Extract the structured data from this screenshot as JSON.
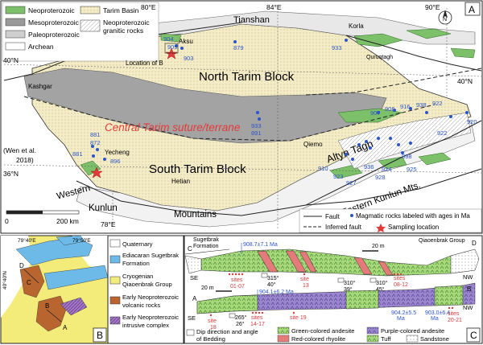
{
  "panelA": {
    "letter": "A",
    "legend": {
      "neoproterozoic": "Neoproterozoic",
      "mesoproterozoic": "Mesoproterozoic",
      "paleoproterozoic": "Paleoproterozoic",
      "archean": "Archean",
      "tarim_basin": "Tarim Basin",
      "neoproterozoic_granitic": "Neoproterozoic",
      "neoproterozoic_granitic_2": "granitic rocks",
      "fault": "Fault",
      "inferred_fault": "Inferred fault",
      "magmatic": "Magmatic rocks labeled with ages in Ma",
      "sampling": "Sampling location"
    },
    "lon_80": "80°E",
    "lon_84": "84°E",
    "lon_90": "90°E",
    "lon_78": "78°E",
    "lat_40_left": "40°N",
    "lat_40_right": "40°N",
    "lat_36": "36°N",
    "places": {
      "tianshan": "Tianshan",
      "korla": "Korla",
      "aksu": "Aksu",
      "kashgar": "Kashgar",
      "quruqtagh": "Quruqtagh",
      "north_tarim": "North Tarim Block",
      "south_tarim": "South Tarim Block",
      "suture1": "Central Tarim suture/terrane",
      "altyn": "Altyn   Tagh",
      "qiemo": "Qiemo",
      "yecheng": "Yecheng",
      "hetian": "Hetian",
      "western_kunlun_1": "Western",
      "western_kunlun_2": "Kunlun",
      "mountains": "Mountains",
      "eastern_kunlun": "Eastern Kunlun Mts.",
      "location_b": "Location of B",
      "wen_ref_1": "(Wen et al.",
      "wen_ref_2": "2018)"
    },
    "ages": [
      "909",
      "904",
      "903",
      "879",
      "933",
      "933",
      "891",
      "907",
      "906",
      "916",
      "938",
      "922",
      "922",
      "920",
      "881",
      "872",
      "881",
      "896",
      "910",
      "923",
      "927",
      "936",
      "924",
      "928",
      "925",
      "898"
    ],
    "scalebar": {
      "zero": "0",
      "end": "200 km"
    },
    "north": "N"
  },
  "panelB": {
    "letter": "B",
    "lon_left": "79°40'E",
    "lon_right": "79°50'E",
    "lat_label": "40°40'N",
    "points": [
      "A",
      "B",
      "C",
      "D"
    ],
    "legend": [
      {
        "label1": "Quaternary",
        "label2": ""
      },
      {
        "label1": "Ediacaran Sugetbrak",
        "label2": "Formation"
      },
      {
        "label1": "Cryogenian",
        "label2": "Qiaoenbrak Group"
      },
      {
        "label1": "Early Neoproterozoic",
        "label2": "volcanic rocks"
      },
      {
        "label1": "Early Neoproterozoic",
        "label2": "intrusive complex"
      }
    ]
  },
  "panelC": {
    "letter": "C",
    "sugetbrak1": "Sugetbrak",
    "sugetbrak2": "Formation",
    "qiaoenbrak": "Qiaoenbrak Group",
    "C": "C",
    "D": "D",
    "A": "A",
    "B": "B",
    "se1": "SE",
    "nw1": "NW",
    "se2": "SE",
    "nw2": "NW",
    "age_top": "908.7±7.1 Ma",
    "age_mid": "904.1±6.2 Ma",
    "age_r1a": "904.2±5.5",
    "age_r1b": "Ma",
    "age_r2a": "903.0±6.4",
    "age_r2b": "Ma",
    "scale_top": "20 m",
    "scale_bot": "20 m",
    "dip_top": [
      {
        "a": "315°",
        "b": "40°"
      },
      {
        "a": "310°",
        "b": "39°"
      },
      {
        "a": "310°",
        "b": "45°"
      }
    ],
    "dip_bot": [
      {
        "a": "265°",
        "b": "26°"
      }
    ],
    "sites_top": [
      {
        "l1": "sites",
        "l2": "01-07"
      },
      {
        "l1": "site",
        "l2": "13"
      },
      {
        "l1": "sites",
        "l2": "08-12"
      }
    ],
    "sites_bot": [
      {
        "l1": "site",
        "l2": "18"
      },
      {
        "l1": "sites",
        "l2": "14-17"
      },
      {
        "l1": "site 19",
        "l2": ""
      },
      {
        "l1": "sites",
        "l2": "20-21"
      }
    ],
    "legend": {
      "dip1": "Dip direction and angle",
      "dip2": "of Bedding",
      "green": "Green-colored andesite",
      "red": "Red-colored rhyolite",
      "purple": "Purple-colored andesite",
      "tuff": "Tuff",
      "sand": "Sandstone"
    }
  },
  "colors": {
    "neo": "#7dc06a",
    "meso": "#9a9a9a",
    "paleo": "#cfcfcf",
    "arch": "#ffffff",
    "basin": "#efe4b8",
    "suture_text": "#e53a3a",
    "magmatic": "#2c55c8",
    "sample": "#e23b3b",
    "b_quat": "#ffffff",
    "b_sug": "#6db9e8",
    "b_qiao": "#f3ec7a",
    "b_volc": "#b9652f",
    "b_intr": "#a676c8",
    "c_green": "#a6d97a",
    "c_purple": "#9b85cf",
    "c_red": "#e57a7a"
  }
}
